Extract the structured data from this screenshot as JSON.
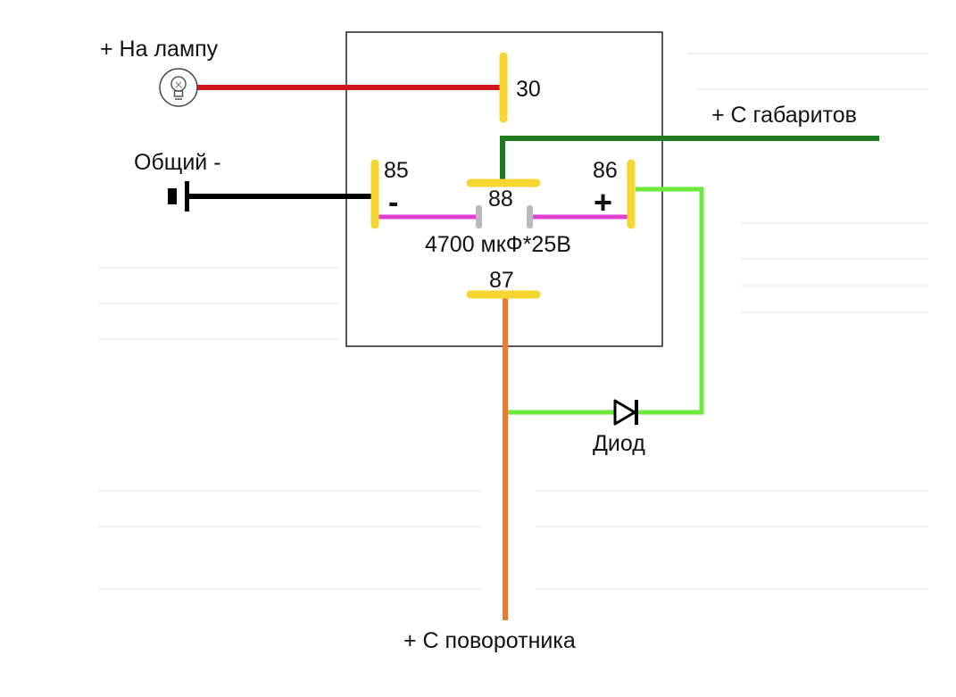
{
  "diagram": {
    "labels": {
      "lamp": "+ На лампу",
      "common": "Общий -",
      "parking": "+ С габаритов",
      "capacitor": "4700 мкФ*25В",
      "diode": "Диод",
      "turn_signal": "+ С поворотника"
    },
    "pins": {
      "p30": "30",
      "p85": "85",
      "p86": "86",
      "p88": "88",
      "p87": "87"
    },
    "polarity": {
      "minus": "-",
      "plus": "+"
    },
    "icons": {
      "lamp": "lamp-icon",
      "ground": "ground-icon",
      "diode": "diode-icon"
    },
    "colors": {
      "lamp_wire": "#d4141c",
      "ground_wire": "#000000",
      "parking_wire": "#1f7a1f",
      "diode_wire": "#6ee83a",
      "turn_wire": "#f07a2a",
      "capacitor_wire": "#e040d0",
      "relay_contact": "#f5d630",
      "relay_box": "#222222"
    }
  }
}
